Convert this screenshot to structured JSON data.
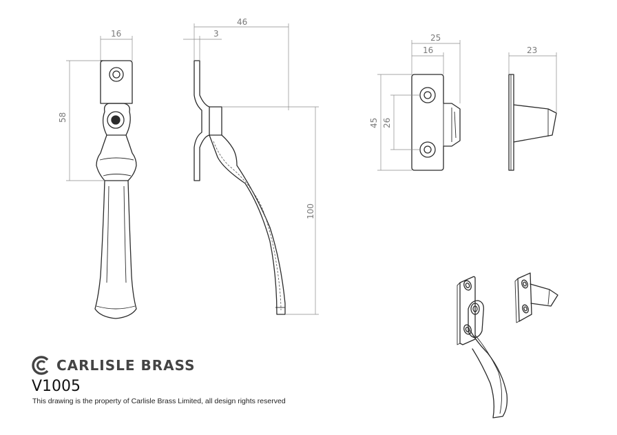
{
  "brand": {
    "name": "CARLISLE BRASS",
    "logo_icon": "carlisle-brass-logo"
  },
  "product_code": "V1005",
  "copyright_note": "This drawing is the property of Carlisle Brass Limited, all design rights reserved",
  "dimensions": {
    "handle_width": "16",
    "handle_height": "58",
    "side_depth": "46",
    "plate_thickness": "3",
    "side_length": "100",
    "keep_width": "25",
    "keep_inner": "16",
    "keep_height": "45",
    "keep_hole_pitch": "26",
    "keep_depth": "23"
  }
}
